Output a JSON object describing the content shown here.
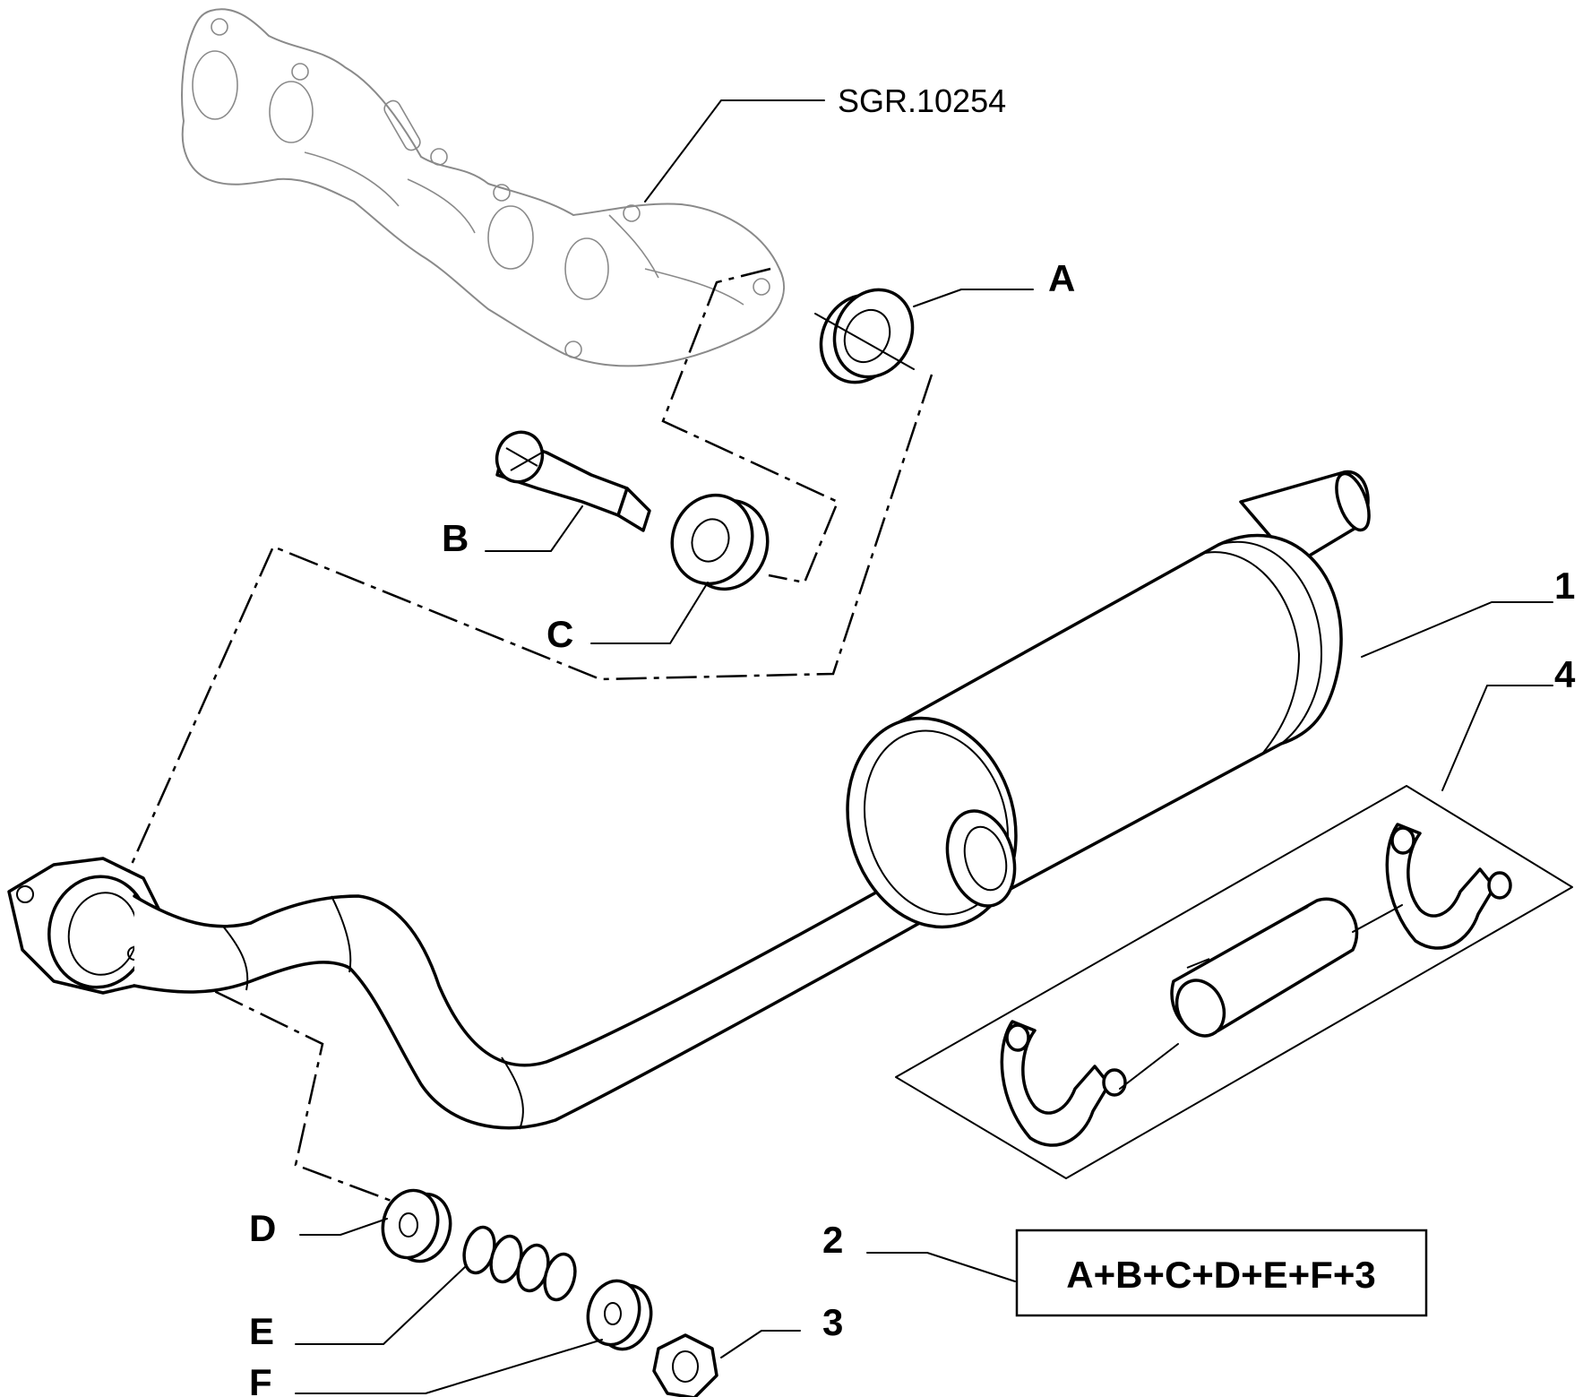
{
  "reference": {
    "code": "SGR.10254"
  },
  "labels": {
    "A": "A",
    "B": "B",
    "C": "C",
    "D": "D",
    "E": "E",
    "F": "F",
    "n1": "1",
    "n2": "2",
    "n3": "3",
    "n4": "4"
  },
  "kit": {
    "formula": "A+B+C+D+E+F+3"
  }
}
